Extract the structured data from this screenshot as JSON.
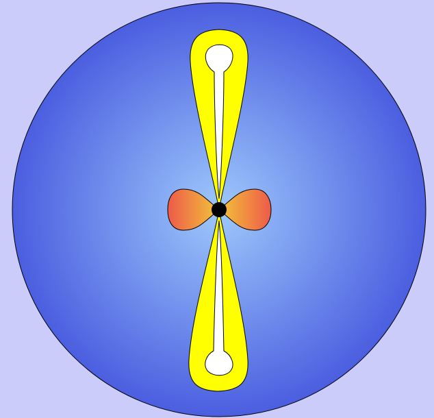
{
  "colors": {
    "background": "#ccccfb",
    "sphere_edge": "#4b5ee0",
    "sphere_center": "#9ec8fb",
    "outline": "#000000",
    "vertical_lobe_fill": "#ffff00",
    "inner_lobe_fill": "#ffffff",
    "horizontal_lobe_left": "#ee5a4a",
    "horizontal_lobe_right": "#f2c43a",
    "nucleus": "#000000"
  },
  "icons": {
    "sphere": "radial-gradient-circle",
    "vertical_lobes": "dumbbell-lobes",
    "horizontal_lobes": "figure-eight-lobes",
    "nucleus": "filled-dot"
  }
}
